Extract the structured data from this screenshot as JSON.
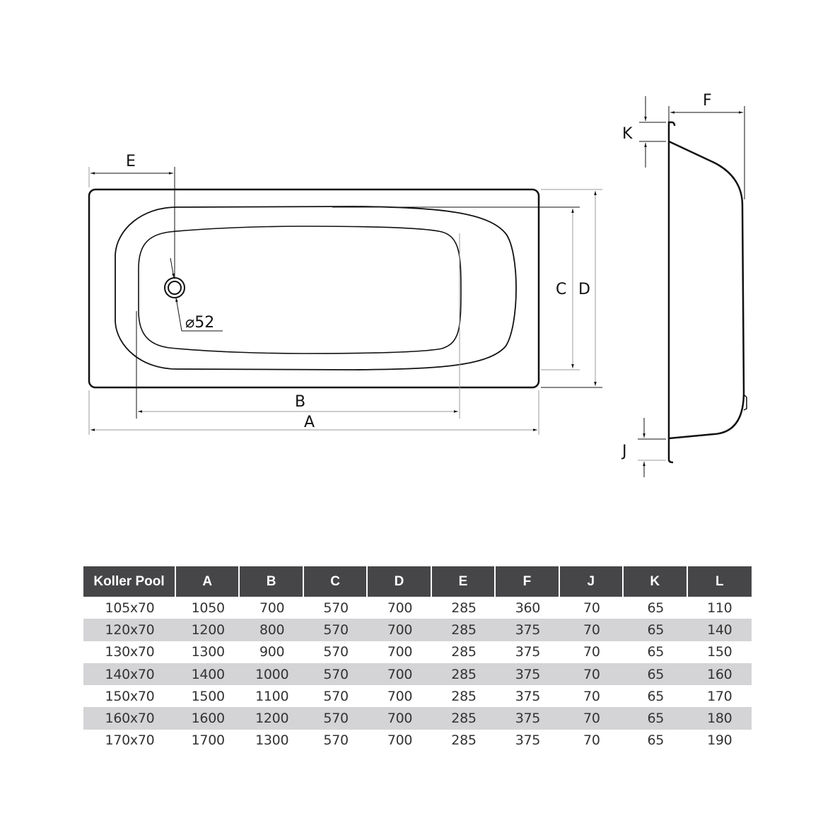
{
  "drawing": {
    "labels": {
      "A": "A",
      "B": "B",
      "C": "C",
      "D": "D",
      "E": "E",
      "F": "F",
      "J": "J",
      "K": "K",
      "drain": "⌀52"
    }
  },
  "table": {
    "columns": [
      "Koller Pool",
      "A",
      "B",
      "C",
      "D",
      "E",
      "F",
      "J",
      "K",
      "L"
    ],
    "rows": [
      [
        "105x70",
        "1050",
        "700",
        "570",
        "700",
        "285",
        "360",
        "70",
        "65",
        "110"
      ],
      [
        "120x70",
        "1200",
        "800",
        "570",
        "700",
        "285",
        "375",
        "70",
        "65",
        "140"
      ],
      [
        "130x70",
        "1300",
        "900",
        "570",
        "700",
        "285",
        "375",
        "70",
        "65",
        "150"
      ],
      [
        "140x70",
        "1400",
        "1000",
        "570",
        "700",
        "285",
        "375",
        "70",
        "65",
        "160"
      ],
      [
        "150x70",
        "1500",
        "1100",
        "570",
        "700",
        "285",
        "375",
        "70",
        "65",
        "170"
      ],
      [
        "160x70",
        "1600",
        "1200",
        "570",
        "700",
        "285",
        "375",
        "70",
        "65",
        "180"
      ],
      [
        "170x70",
        "1700",
        "1300",
        "570",
        "700",
        "285",
        "375",
        "70",
        "65",
        "190"
      ]
    ]
  },
  "colors": {
    "header_bg": "#464548",
    "alt_row_bg": "#d4d4d6",
    "line": "#111111",
    "dim_line": "#9a9a9a"
  }
}
